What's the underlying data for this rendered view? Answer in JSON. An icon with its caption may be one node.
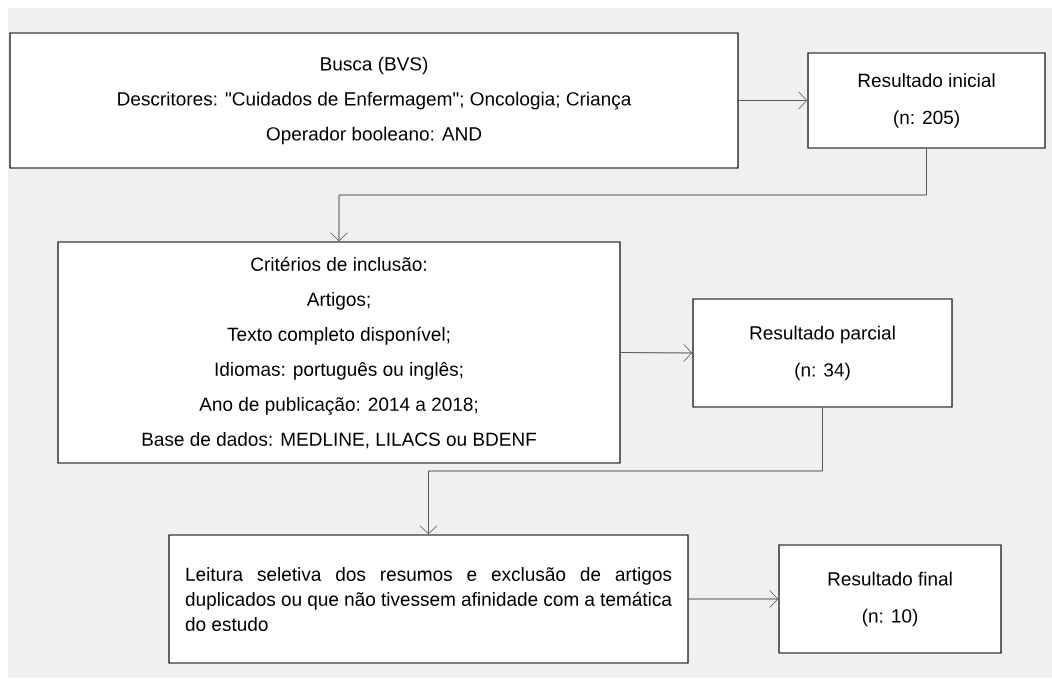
{
  "diagram": {
    "nodes": [
      {
        "text": [
          "Busca (BVS)",
          "Descritores: \"Cuidados de Enfermagem\"; Oncologia; Criança",
          "Operador booleano: AND"
        ]
      },
      {
        "text": [
          "Resultado inicial",
          "(n: 205)"
        ]
      },
      {
        "text": [
          "Critérios de inclusão:",
          "Artigos;",
          "Texto completo disponível;",
          "Idiomas: português ou inglês;",
          "Ano de publicação: 2014 a 2018;",
          "Base de dados: MEDLINE, LILACS ou BDENF"
        ]
      },
      {
        "text": [
          "Resultado parcial",
          "(n: 34)"
        ]
      },
      {
        "text": [
          "Leitura seletiva dos resumos e exclusão de artigos duplicados ou que não tivessem afinidade com a temática do estudo"
        ]
      },
      {
        "text": [
          "Resultado final",
          "(n: 10)"
        ]
      }
    ],
    "edges": [
      {
        "from": 0,
        "to": 1,
        "arrow": "to"
      },
      {
        "from": 1,
        "to": 2,
        "arrow": "to"
      },
      {
        "from": 2,
        "to": 3,
        "arrow": "to"
      },
      {
        "from": 3,
        "to": 4,
        "arrow": "to"
      },
      {
        "from": 4,
        "to": 5,
        "arrow": "to"
      }
    ]
  }
}
